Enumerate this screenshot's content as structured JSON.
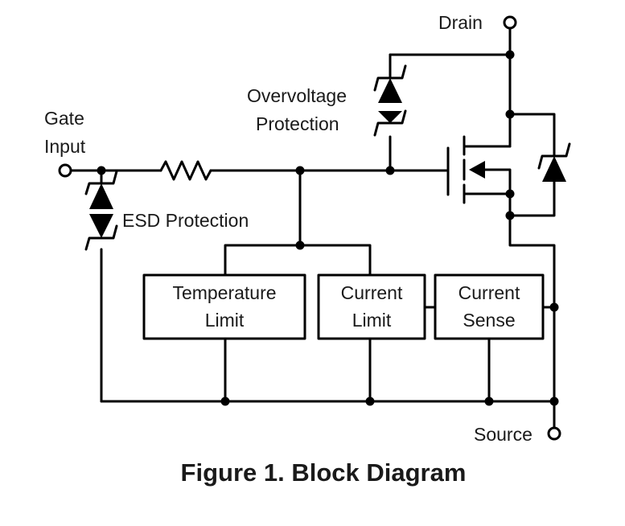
{
  "labels": {
    "drain": "Drain",
    "gate_input_line1": "Gate",
    "gate_input_line2": "Input",
    "overvoltage_line1": "Overvoltage",
    "overvoltage_line2": "Protection",
    "esd_protection": "ESD Protection",
    "source": "Source"
  },
  "blocks": {
    "temperature_limit": {
      "line1": "Temperature",
      "line2": "Limit"
    },
    "current_limit": {
      "line1": "Current",
      "line2": "Limit"
    },
    "current_sense": {
      "line1": "Current",
      "line2": "Sense"
    }
  },
  "caption": "Figure 1. Block Diagram",
  "colors": {
    "ink": "#000000",
    "background": "#ffffff"
  }
}
